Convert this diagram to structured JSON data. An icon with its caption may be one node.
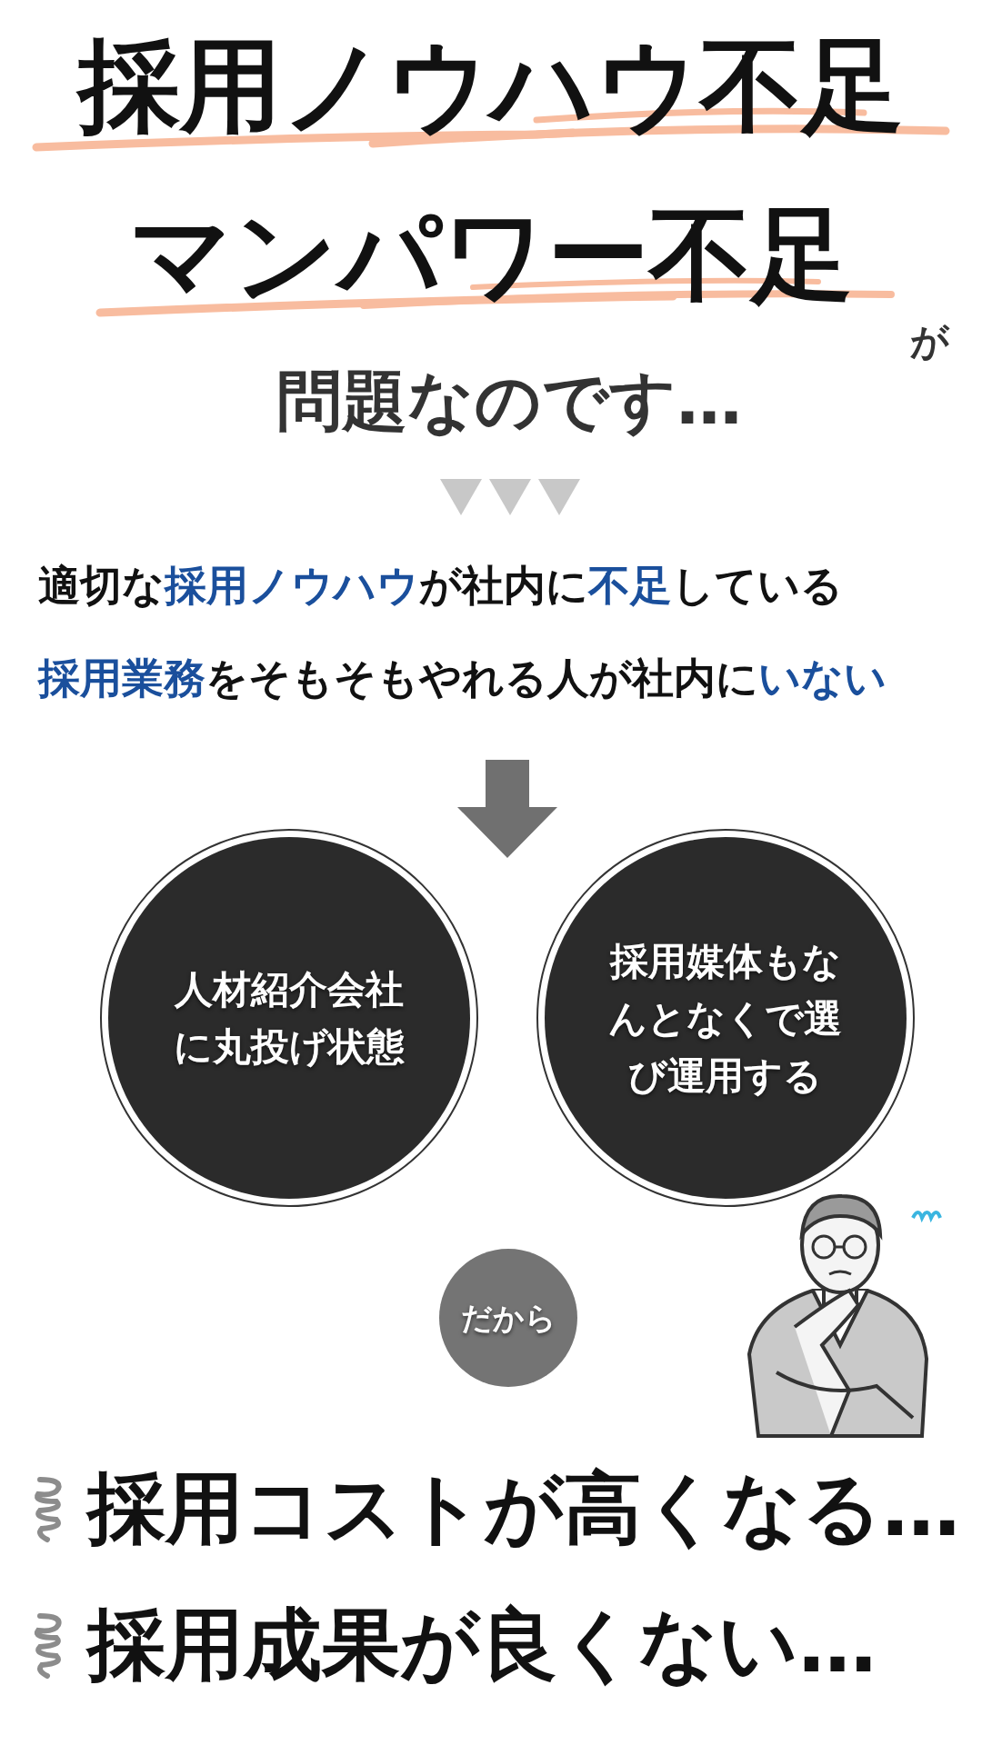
{
  "diagram": {
    "nodes": [
      {
        "text": [
          "人材紹介会社に丸投げ状態"
        ]
      },
      {
        "text": [
          "採用媒体もなんとなくで選び運用する"
        ]
      },
      {
        "text": [
          "だから"
        ]
      }
    ],
    "edges": [
      {
        "from": null,
        "to": 0,
        "arrow": "to"
      },
      {
        "from": null,
        "to": 1,
        "arrow": "to"
      }
    ],
    "labels": [
      "採用ノウハウ不足",
      "マンパワー不足",
      "が",
      "問題なのです…",
      "適切な**採用ノウハウ**が社内に**不足**している",
      "**採用業務**をそもそもやれる人が社内に**いない**",
      "採用コストが高くなる…",
      "採用成果が良くない…"
    ]
  }
}
